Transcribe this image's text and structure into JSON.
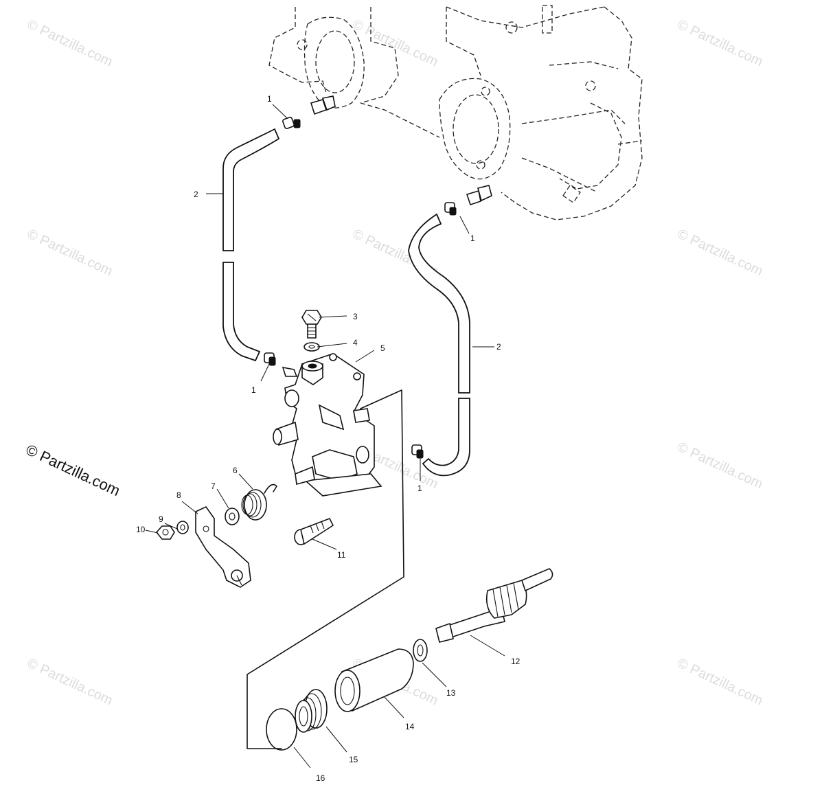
{
  "watermark": {
    "text": "© Partzilla.com"
  },
  "brand_label": {
    "text": "© Partzilla.com"
  },
  "callouts": [
    {
      "id": "c1a",
      "label": "1"
    },
    {
      "id": "c1b",
      "label": "1"
    },
    {
      "id": "c1c",
      "label": "1"
    },
    {
      "id": "c1d",
      "label": "1"
    },
    {
      "id": "c2a",
      "label": "2"
    },
    {
      "id": "c2b",
      "label": "2"
    },
    {
      "id": "c3",
      "label": "3"
    },
    {
      "id": "c4",
      "label": "4"
    },
    {
      "id": "c5",
      "label": "5"
    },
    {
      "id": "c6",
      "label": "6"
    },
    {
      "id": "c7",
      "label": "7"
    },
    {
      "id": "c8",
      "label": "8"
    },
    {
      "id": "c9",
      "label": "9"
    },
    {
      "id": "c10",
      "label": "10"
    },
    {
      "id": "c11",
      "label": "11"
    },
    {
      "id": "c12",
      "label": "12"
    },
    {
      "id": "c13",
      "label": "13"
    },
    {
      "id": "c14",
      "label": "14"
    },
    {
      "id": "c15",
      "label": "15"
    },
    {
      "id": "c16",
      "label": "16"
    }
  ]
}
